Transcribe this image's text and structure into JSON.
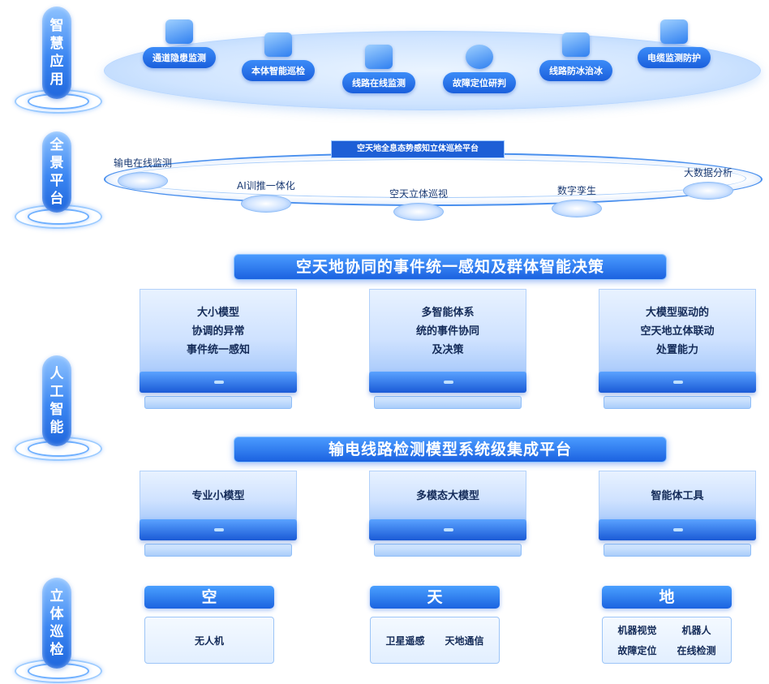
{
  "layers": [
    {
      "label": "智慧应用"
    },
    {
      "label": "全景平台"
    },
    {
      "label": "人工智能"
    },
    {
      "label": "立体巡检"
    }
  ],
  "apps": [
    "通道隐患监测",
    "本体智能巡检",
    "线路在线监测",
    "故障定位研判",
    "线路防冰治冰",
    "电缆监测防护"
  ],
  "platform": {
    "title": "空天地全息态势感知立体巡检平台",
    "nodes": [
      "输电在线监测",
      "AI训推一体化",
      "空天立体巡视",
      "数字孪生",
      "大数据分析"
    ]
  },
  "banner1": "空天地协同的事件统一感知及群体智能决策",
  "ai_cards": [
    {
      "lines": [
        "大小模型",
        "协调的异常",
        "事件统一感知"
      ]
    },
    {
      "lines": [
        "多智能体系",
        "统的事件协同",
        "及决策"
      ]
    },
    {
      "lines": [
        "大模型驱动的",
        "空天地立体联动",
        "处置能力"
      ]
    }
  ],
  "banner2": "输电线路检测模型系统级集成平台",
  "model_cards": [
    "专业小模型",
    "多模态大模型",
    "智能体工具"
  ],
  "patrol": [
    {
      "head": "空",
      "items": [
        "无人机"
      ]
    },
    {
      "head": "天",
      "items": [
        "卫星遥感",
        "天地通信"
      ]
    },
    {
      "head": "地",
      "items": [
        "机器视觉",
        "机器人",
        "故障定位",
        "在线检测"
      ]
    }
  ]
}
